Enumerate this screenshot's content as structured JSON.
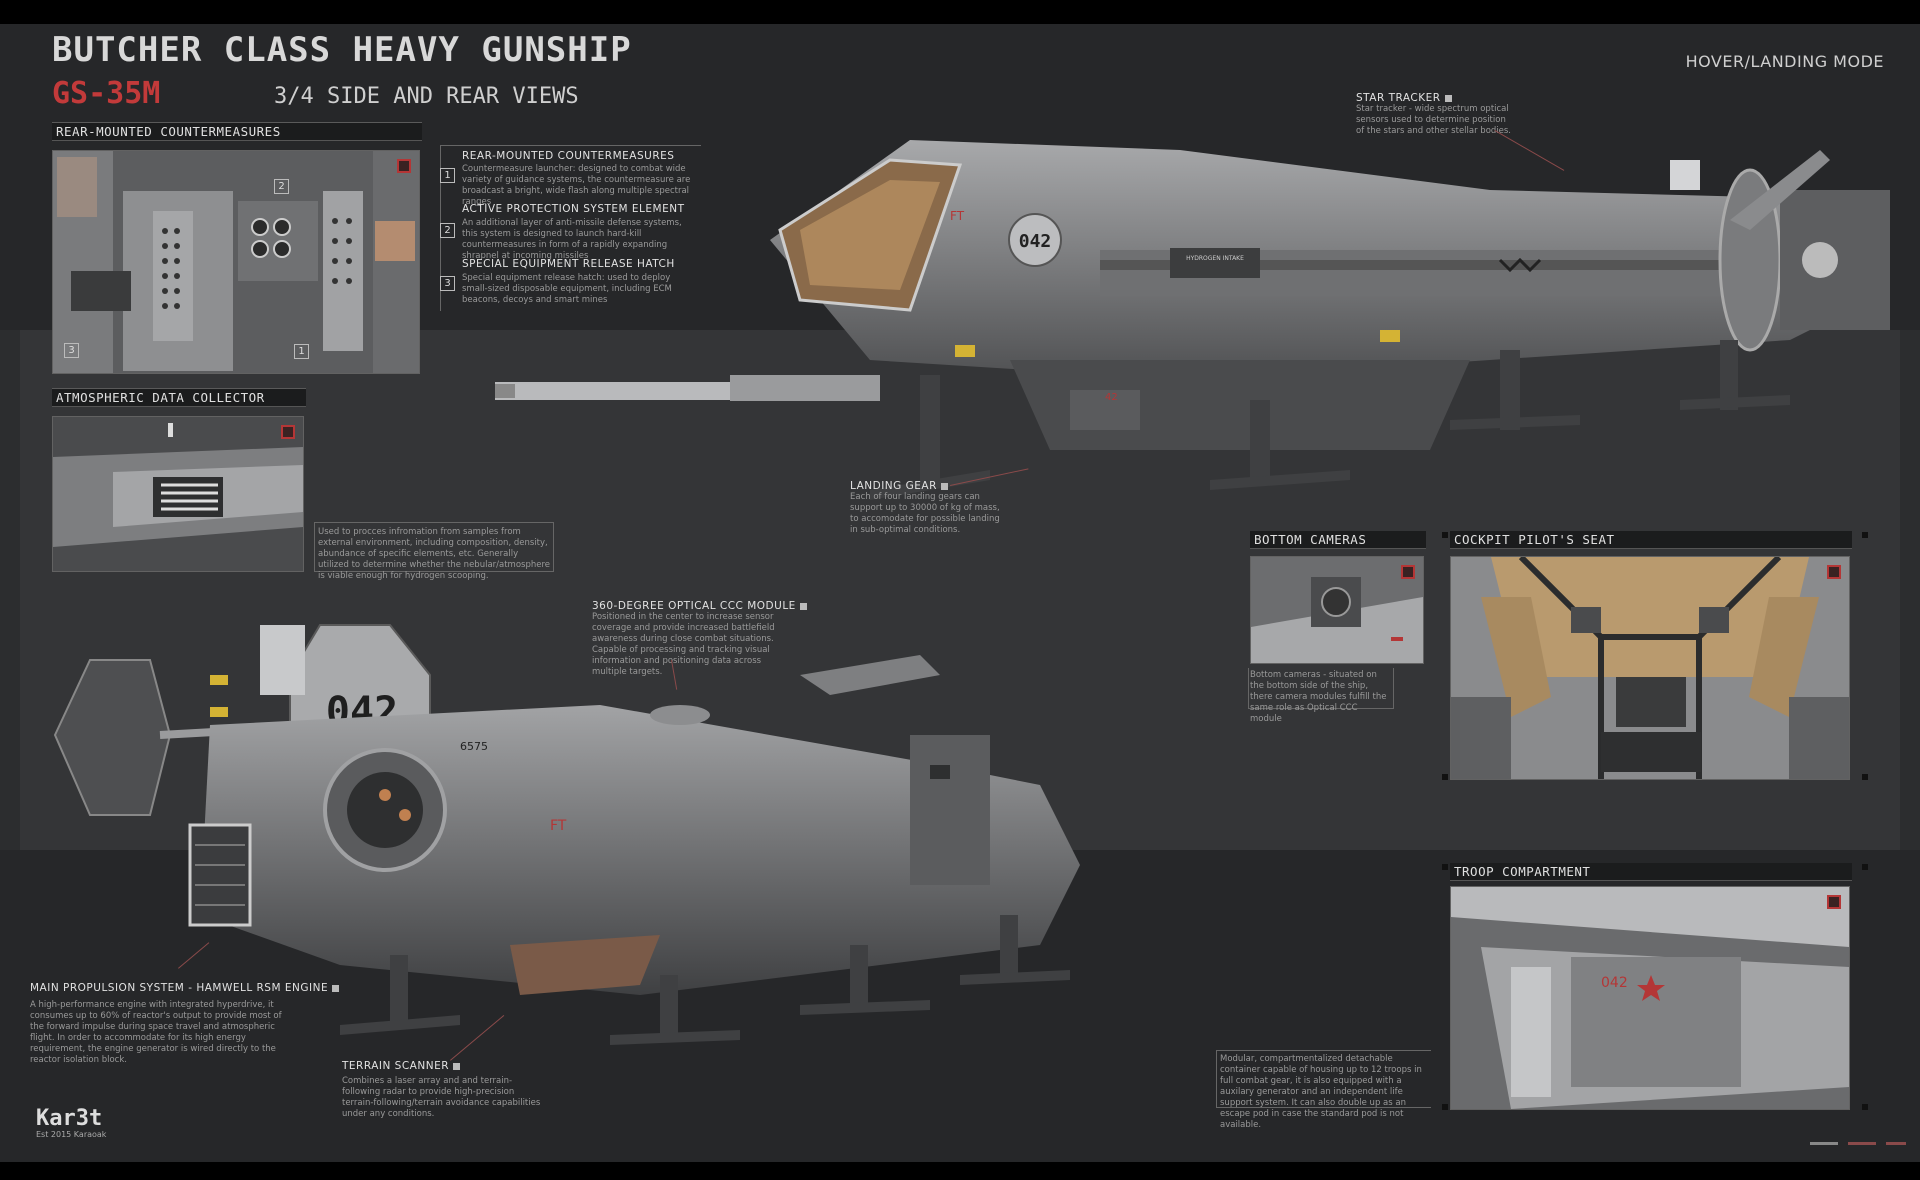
{
  "header": {
    "title": "BUTCHER CLASS HEAVY GUNSHIP",
    "code": "GS-35M",
    "views": "3/4 SIDE AND REAR VIEWS",
    "mode": "HOVER/LANDING MODE"
  },
  "panels": {
    "countermeasures": "REAR-MOUNTED COUNTERMEASURES",
    "atmospheric": "ATMOSPHERIC DATA COLLECTOR",
    "bottom_cameras": "BOTTOM CAMERAS",
    "cockpit": "COCKPIT  PILOT'S SEAT",
    "troop": "TROOP COMPARTMENT"
  },
  "callouts": {
    "countermeasures_list": [
      {
        "num": "1",
        "title": "REAR-MOUNTED COUNTERMEASURES",
        "text": "Countermeasure launcher: designed to combat wide variety of guidance systems, the countermeasure are broadcast a bright, wide flash along multiple spectral ranges"
      },
      {
        "num": "2",
        "title": "ACTIVE PROTECTION SYSTEM ELEMENT",
        "text": "An additional layer of anti-missile defense systems, this system is designed to launch hard-kill countermeasures in form of a rapidly expanding shrapnel at incoming missiles"
      },
      {
        "num": "3",
        "title": "SPECIAL EQUIPMENT RELEASE HATCH",
        "text": "Special equipment release hatch: used to deploy small-sized disposable equipment, including ECM beacons, decoys and smart mines"
      }
    ],
    "star_tracker": {
      "title": "STAR TRACKER",
      "text": "Star tracker -  wide spectrum optical sensors used to determine position of the stars and other stellar bodies."
    },
    "landing_gear": {
      "title": "LANDING GEAR",
      "text": "Each of four landing gears can support up to 30000 of kg of mass, to accomodate for possible landing in sub-optimal conditions."
    },
    "atmospheric": {
      "text": "Used to procces infromation from samples from external environment, including composition, density, abundance of specific elements, etc. Generally utilized to determine whether the nebular/atmosphere is viable enough for hydrogen scooping."
    },
    "optical": {
      "title": "360-DEGREE OPTICAL CCC MODULE",
      "text": "Positioned in the center to increase sensor coverage and provide increased battlefield awareness during close combat situations. Capable of processing and tracking visual information and positioning data across multiple targets."
    },
    "bottom_cameras": {
      "text": "Bottom cameras - situated on the bottom side of the ship, there camera modules fulfill the same role  as Optical CCC module"
    },
    "propulsion": {
      "title": "MAIN PROPULSION SYSTEM - HAMWELL RSM ENGINE",
      "text": "A high-performance engine with integrated hyperdrive, it consumes up to 60% of reactor's output to provide most of the forward impulse during space travel and atmospheric flight. In order to accommodate for its high energy requirement, the engine generator is wired directly to the reactor isolation block."
    },
    "terrain": {
      "title": "TERRAIN SCANNER",
      "text": "Combines a laser array and and terrain-following radar to provide high-precision terrain-following/terrain avoidance capabilities under any conditions."
    },
    "troop": {
      "text": "Modular, compartmentalized detachable container capable of housing up to 12 troops in full combat gear, it is also equipped with a auxilary generator and an independent life support system. It can also double up as an escape pod in case the standard pod is not available."
    }
  },
  "hull_marks": {
    "number": "042",
    "side_code": "FT",
    "intake": "HYDROGEN INTAKE",
    "serial": "6575",
    "troop_number": "042",
    "gear_number": "42"
  },
  "logo": {
    "name": "Kar3t",
    "sub": "Est 2015 Karaoak"
  },
  "colors": {
    "accent": "#c23a3a",
    "background": "#2c2d2f",
    "panel": "#343537"
  }
}
